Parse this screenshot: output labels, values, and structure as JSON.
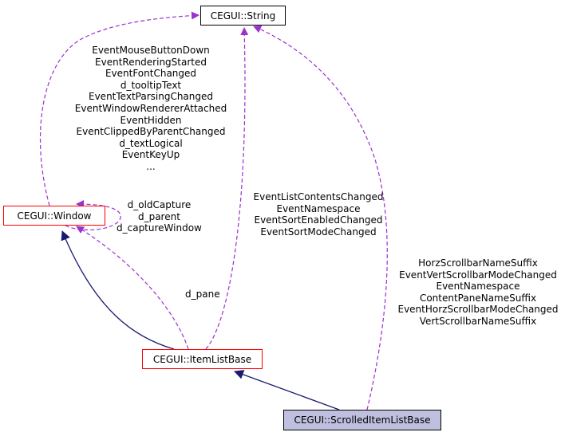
{
  "nodes": {
    "string": "CEGUI::String",
    "window": "CEGUI::Window",
    "itemlist": "CEGUI::ItemListBase",
    "scrolled": "CEGUI::ScrolledItemListBase"
  },
  "edge_labels": {
    "window_to_string": [
      "EventMouseButtonDown",
      "EventRenderingStarted",
      "EventFontChanged",
      "d_tooltipText",
      "EventTextParsingChanged",
      "EventWindowRendererAttached",
      "EventHidden",
      "EventClippedByParentChanged",
      "d_textLogical",
      "EventKeyUp",
      "..."
    ],
    "window_self": [
      "d_oldCapture",
      "d_parent",
      "d_captureWindow"
    ],
    "itemlist_to_string": [
      "EventListContentsChanged",
      "EventNamespace",
      "EventSortEnabledChanged",
      "EventSortModeChanged"
    ],
    "itemlist_to_window": "d_pane",
    "scrolled_to_string": [
      "HorzScrollbarNameSuffix",
      "EventVertScrollbarModeChanged",
      "EventNamespace",
      "ContentPaneNameSuffix",
      "EventHorzScrollbarModeChanged",
      "VertScrollbarNameSuffix"
    ]
  },
  "colors": {
    "inheritance": "#191970",
    "usage": "#9a32cd",
    "highlight_border": "#ff0000",
    "current_fill": "#bfbfdf"
  }
}
